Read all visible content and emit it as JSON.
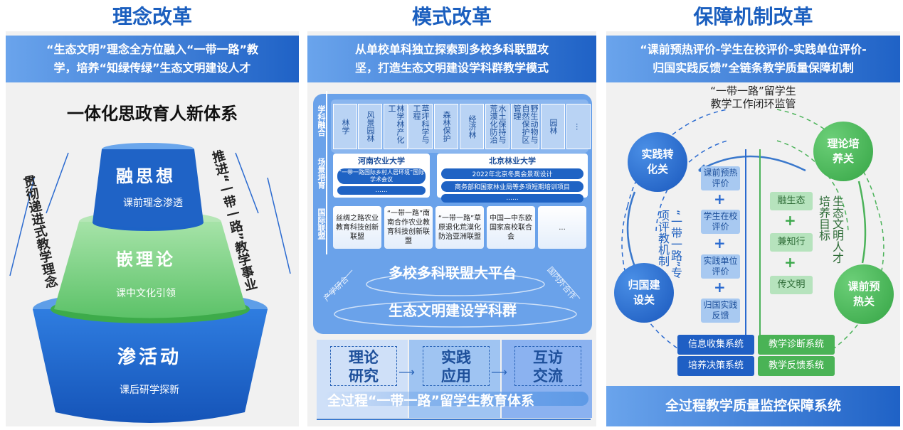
{
  "sections": [
    {
      "title": "理念改革",
      "header_line1": "“生态文明”理念全方位融入“一带一路”教",
      "header_line2": "学，培养“知绿传绿”生态文明建设人才"
    },
    {
      "title": "模式改革",
      "header_line1": "从单校单科独立探索到多校多科联盟攻",
      "header_line2": "坚，打造生态文明建设学科群教学模式"
    },
    {
      "title": "保障机制改革",
      "header_line1": "“课前预热评价-学生在校评价-实践单位评价-",
      "header_line2": "归国实践反馈”全链条教学质量保障机制"
    }
  ],
  "left": {
    "heading": "一体化思政育人新体系",
    "left_arrow_text": "贯彻递进式教学理念",
    "right_arrow_text": "推进“一带一路”教学事业",
    "tiers": [
      {
        "title": "融思想",
        "subtitle": "课前理念渗透"
      },
      {
        "title": "嵌理论",
        "subtitle": "课中文化引领"
      },
      {
        "title": "渗活动",
        "subtitle": "课后研学探新"
      }
    ]
  },
  "middle": {
    "axis_labels": [
      "学科融合",
      "场景培育",
      "国际联盟"
    ],
    "subjects": [
      "林学",
      "风景园林",
      "林学林产化工",
      "草坪科学与工程",
      "森林保护",
      "经济林",
      "水土保持与荒漠化防治",
      "野生动物与自然保护区管理",
      "园林",
      "..."
    ],
    "universities": [
      {
        "name": "河南农业大学",
        "items": [
          "“一带一路国际乡村人居环境”国际学术会议",
          "......"
        ]
      },
      {
        "name": "北京林业大学",
        "items": [
          "2022年北京冬奥会景观设计",
          "商务部和国家林业局等多项短期培训项目",
          "......"
        ]
      }
    ],
    "alliances": [
      "丝绸之路农业教育科技创新联盟",
      "“一带一路”南南合作农业教育科技创新联盟",
      "“一带一路”草原退化荒漠化防治亚洲联盟",
      "中国—中东欧国家高校联合会",
      "..."
    ],
    "platform": "多校多科联盟大平台",
    "discipline_group": "生态文明建设学科群",
    "left_diag": "产学研合",
    "right_diag": "国内外合作",
    "steps": [
      "理论研究",
      "实践应用",
      "互访交流"
    ],
    "system": "全过程“一带一路”留学生教育体系"
  },
  "right": {
    "top_label_1": "“一带一路”留学生",
    "top_label_2": "教学工作闭环监管",
    "gates": [
      "实践转化关",
      "理论培养关",
      "归国建设关",
      "课前预热关"
    ],
    "eval_label": "“一带一路”专项评教机制",
    "evals": [
      "课前预热评价",
      "学生在校评价",
      "实践单位评价",
      "归国实践反馈"
    ],
    "goal_label": "生态文明人才培养目标",
    "goals": [
      "融生态",
      "兼知行",
      "传文明"
    ],
    "systems": [
      "信息收集系统",
      "教学诊断系统",
      "培养决策系统",
      "教学反馈系统"
    ],
    "footer": "全过程教学质量监控保障系统"
  }
}
